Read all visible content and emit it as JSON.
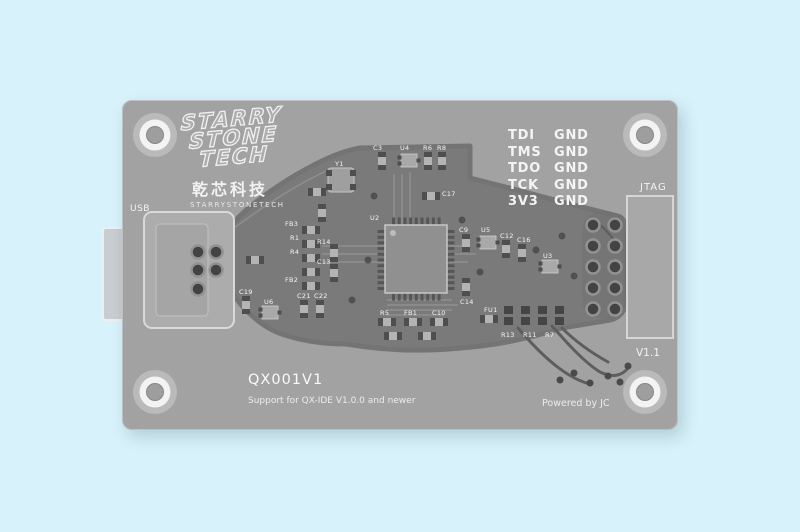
{
  "colors": {
    "background": "#d8f2fb",
    "board": "#a2a2a2",
    "copper": "#7a7a7a",
    "silkscreen": "#f2f2f2"
  },
  "board": {
    "logo_lines": [
      "STARRY",
      "STONE",
      "TECH"
    ],
    "brand_cn": "乾芯科技",
    "brand_en": "STARRYSTONETECH",
    "usb_label": "USB",
    "jtag_label": "JTAG",
    "model": "QX001V1",
    "support_note": "Support for QX-IDE V1.0.0 and newer",
    "version": "V1.1",
    "powered_by": "Powered by JC",
    "pinout": [
      {
        "signal": "TDI",
        "gnd": "GND"
      },
      {
        "signal": "TMS",
        "gnd": "GND"
      },
      {
        "signal": "TDO",
        "gnd": "GND"
      },
      {
        "signal": "TCK",
        "gnd": "GND"
      },
      {
        "signal": "3V3",
        "gnd": "GND"
      }
    ],
    "refs": {
      "c3": "C3",
      "u4": "U4",
      "r6": "R6",
      "r8": "R8",
      "c17": "C17",
      "y1": "Y1",
      "u2": "U2",
      "r14": "R14",
      "c13": "C13",
      "fb3": "FB3",
      "r1": "R1",
      "r4": "R4",
      "fb2": "FB2",
      "c19": "C19",
      "u6": "U6",
      "c21": "C21",
      "c22": "C22",
      "c9": "C9",
      "u5": "U5",
      "c12": "C12",
      "c16": "C16",
      "c14": "C14",
      "u3": "U3",
      "fu1": "FU1",
      "r5": "R5",
      "fb1": "FB1",
      "c10": "C10",
      "r13": "R13",
      "r11": "R11",
      "r7": "R7"
    }
  }
}
